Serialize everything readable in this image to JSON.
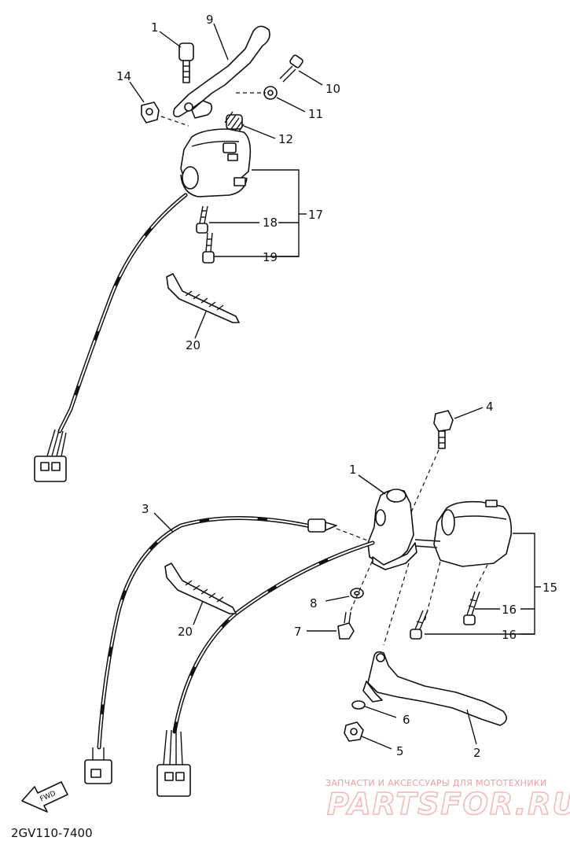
{
  "diagram_code": "2GV110-7400",
  "fwd_label": "FWD",
  "watermark": {
    "line1": "ЗАПЧАСТИ И АКСЕССУАРЫ ДЛЯ МОТОТЕХНИКИ",
    "line2": "PARTSFOR.RU"
  },
  "callouts": {
    "c1_top": "1",
    "c9": "9",
    "c14": "14",
    "c10": "10",
    "c11": "11",
    "c12": "12",
    "c17": "17",
    "c18": "18",
    "c19": "19",
    "c20_top": "20",
    "c4": "4",
    "c1_bottom": "1",
    "c3": "3",
    "c15": "15",
    "c16_a": "16",
    "c16_b": "16",
    "c8": "8",
    "c7": "7",
    "c20_bottom": "20",
    "c6": "6",
    "c5": "5",
    "c2": "2"
  }
}
